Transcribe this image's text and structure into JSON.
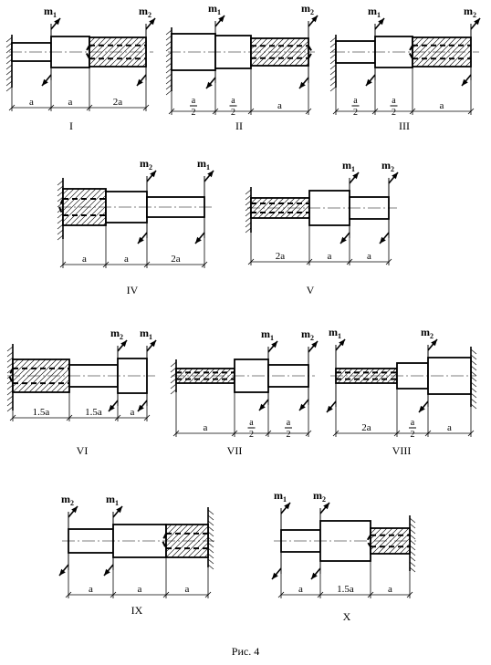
{
  "caption": "Рис. 4",
  "moment_labels": {
    "m1": "m",
    "m1_sub": "1",
    "m2": "m",
    "m2_sub": "2"
  },
  "dimension_symbol": "a",
  "schemes": [
    {
      "label": "I",
      "segments": [
        "a",
        "a",
        "2a"
      ]
    },
    {
      "label": "II",
      "segments": [
        "a/2",
        "a/2",
        "a"
      ]
    },
    {
      "label": "III",
      "segments": [
        "a/2",
        "a/2",
        "a"
      ]
    },
    {
      "label": "IV",
      "segments": [
        "a",
        "a",
        "2a"
      ]
    },
    {
      "label": "V",
      "segments": [
        "2a",
        "a",
        "a"
      ]
    },
    {
      "label": "VI",
      "segments": [
        "1.5a",
        "1.5a",
        "a"
      ]
    },
    {
      "label": "VII",
      "segments": [
        "a",
        "a/2",
        "a/2"
      ]
    },
    {
      "label": "VIII",
      "segments": [
        "2a",
        "a/2",
        "a"
      ]
    },
    {
      "label": "IX",
      "segments": [
        "a",
        "a",
        "a"
      ]
    },
    {
      "label": "X",
      "segments": [
        "a",
        "1.5a",
        "a"
      ]
    }
  ]
}
